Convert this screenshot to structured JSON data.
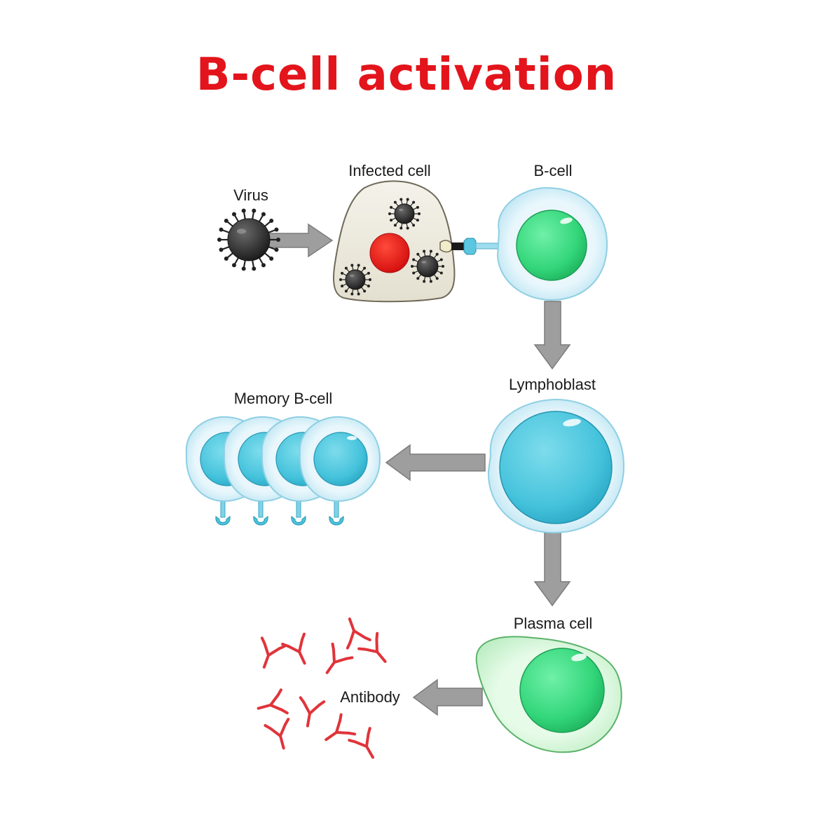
{
  "title": "B-cell activation",
  "labels": {
    "virus": "Virus",
    "infected_cell": "Infected cell",
    "b_cell": "B-cell",
    "lymphoblast": "Lymphoblast",
    "memory_b_cell": "Memory B-cell",
    "plasma_cell": "Plasma cell",
    "antibody": "Antibody"
  },
  "colors": {
    "title": "#e3141b",
    "arrow": "#9e9e9e",
    "virus": "#2b2b2b",
    "infected_cell_fill": "#efede2",
    "infected_nucleus": "#e8120f",
    "b_cell_nucleus": "#35d97a",
    "lymphoblast_nucleus": "#4cc6de",
    "cell_membrane": "#d9f1f9",
    "plasma_cytoplasm": "#d2f5d6",
    "antibody": "#e0343a"
  }
}
